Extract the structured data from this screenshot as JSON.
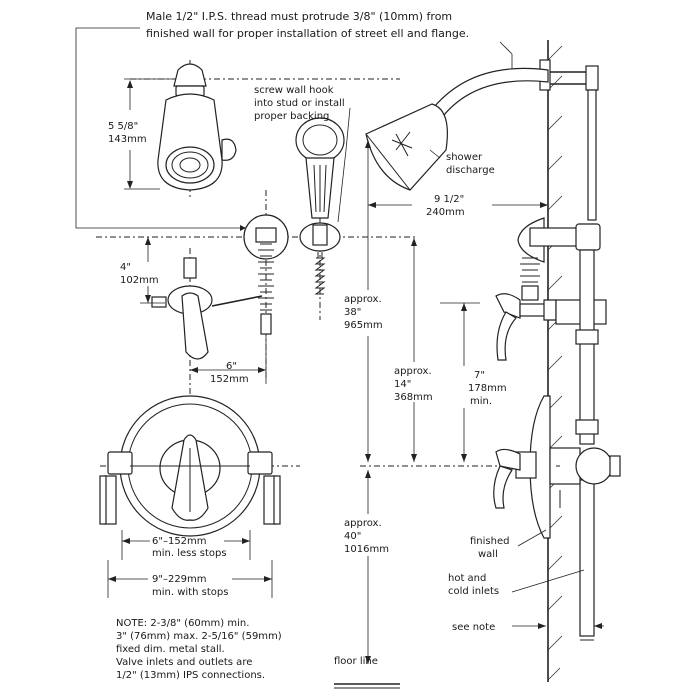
{
  "notes": {
    "header_line1": "Male 1/2\" I.P.S. thread must protrude 3/8\" (10mm) from",
    "header_line2": "finished wall for proper installation of street ell and flange.",
    "hook_line1": "screw wall hook",
    "hook_line2": "into stud or install",
    "hook_line3": "proper backing",
    "bottom_line1": "NOTE: 2-3/8\" (60mm) min.",
    "bottom_line2": "3\" (76mm) max. 2-5/16\" (59mm)",
    "bottom_line3": "fixed dim. metal stall.",
    "bottom_line4": "Valve inlets and outlets are",
    "bottom_line5": "1/2\" (13mm) IPS connections."
  },
  "dimensions": {
    "head_h_in": "5 5/8\"",
    "head_h_mm": "143mm",
    "arm_in": "9 1/2\"",
    "arm_mm": "240mm",
    "div_in": "4\"",
    "div_mm": "102mm",
    "div_w_in": "6\"",
    "div_w_mm": "152mm",
    "head_above_approx": "approx.",
    "head_above_in": "38\"",
    "head_above_mm": "965mm",
    "div_above_approx": "approx.",
    "div_above_in": "14\"",
    "div_above_mm": "368mm",
    "min_in": "7\"",
    "min_mm": "178mm",
    "min_word": "min.",
    "floor_approx": "approx.",
    "floor_in": "40\"",
    "floor_mm": "1016mm",
    "stops_less_1": "6\"–152mm",
    "stops_less_2": "min. less stops",
    "stops_with_1": "9\"–229mm",
    "stops_with_2": "min. with stops"
  },
  "labels": {
    "shower_discharge_1": "shower",
    "shower_discharge_2": "discharge",
    "finished_wall_1": "finished",
    "finished_wall_2": "wall",
    "inlets_1": "hot and",
    "inlets_2": "cold inlets",
    "see_note": "see note",
    "floor_line": "floor  line"
  }
}
